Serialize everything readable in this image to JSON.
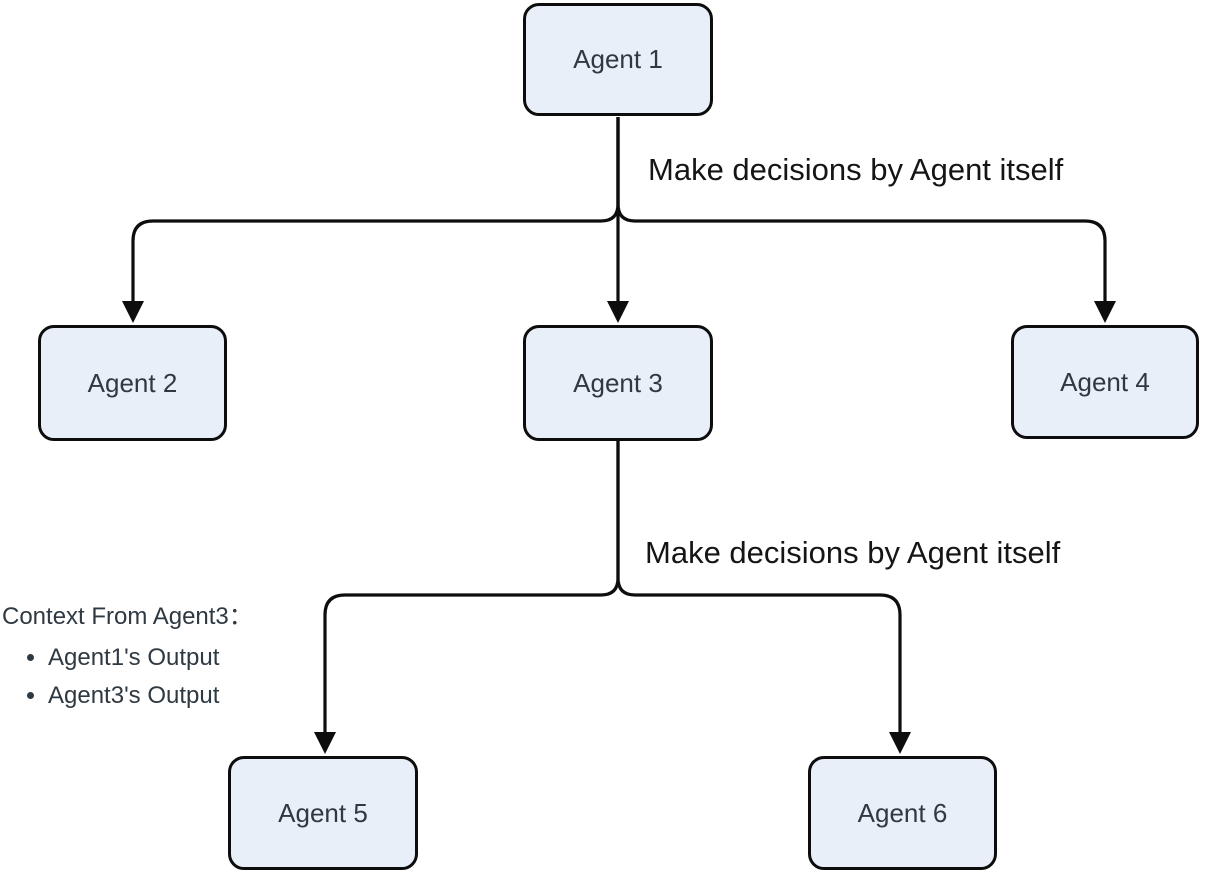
{
  "diagram": {
    "type": "flowchart",
    "nodes": [
      {
        "id": "agent1",
        "label": "Agent 1"
      },
      {
        "id": "agent2",
        "label": "Agent 2"
      },
      {
        "id": "agent3",
        "label": "Agent 3"
      },
      {
        "id": "agent4",
        "label": "Agent 4"
      },
      {
        "id": "agent5",
        "label": "Agent 5"
      },
      {
        "id": "agent6",
        "label": "Agent 6"
      }
    ],
    "edges": [
      {
        "from": "agent1",
        "to": "agent2",
        "label": ""
      },
      {
        "from": "agent1",
        "to": "agent3",
        "label": "Make decisions by Agent itself"
      },
      {
        "from": "agent1",
        "to": "agent4",
        "label": ""
      },
      {
        "from": "agent3",
        "to": "agent5",
        "label": ""
      },
      {
        "from": "agent3",
        "to": "agent6",
        "label": "Make decisions by Agent itself"
      }
    ],
    "edge_labels": {
      "top": "Make decisions by Agent itself",
      "bottom": "Make decisions by Agent itself"
    },
    "note": {
      "title": "Context From Agent3：",
      "items": [
        "Agent1's Output",
        "Agent3's Output"
      ]
    },
    "colors": {
      "background": "#ffffff",
      "node_fill": "#e9eff8",
      "node_border": "#0d0d0d",
      "node_text": "#2f3942",
      "edge_stroke": "#0d0d0d",
      "label_text": "#151515",
      "note_text": "#2f3942"
    }
  }
}
